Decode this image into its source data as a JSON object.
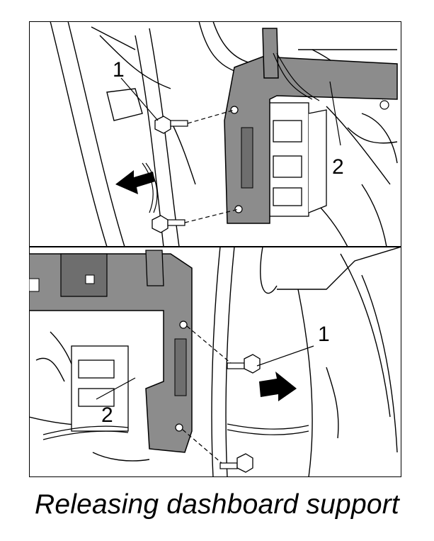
{
  "caption": "Releasing dashboard support",
  "panels": [
    {
      "callouts": {
        "bolt": "1",
        "support": "2"
      }
    },
    {
      "callouts": {
        "bolt": "1",
        "support": "2"
      }
    }
  ],
  "colors": {
    "part_fill": "#8c8c8c",
    "part_dark": "#6e6e6e",
    "line": "#000000",
    "arrow": "#000000"
  },
  "icons": [
    "arrow-left-icon",
    "arrow-right-icon",
    "bolt-icon"
  ]
}
